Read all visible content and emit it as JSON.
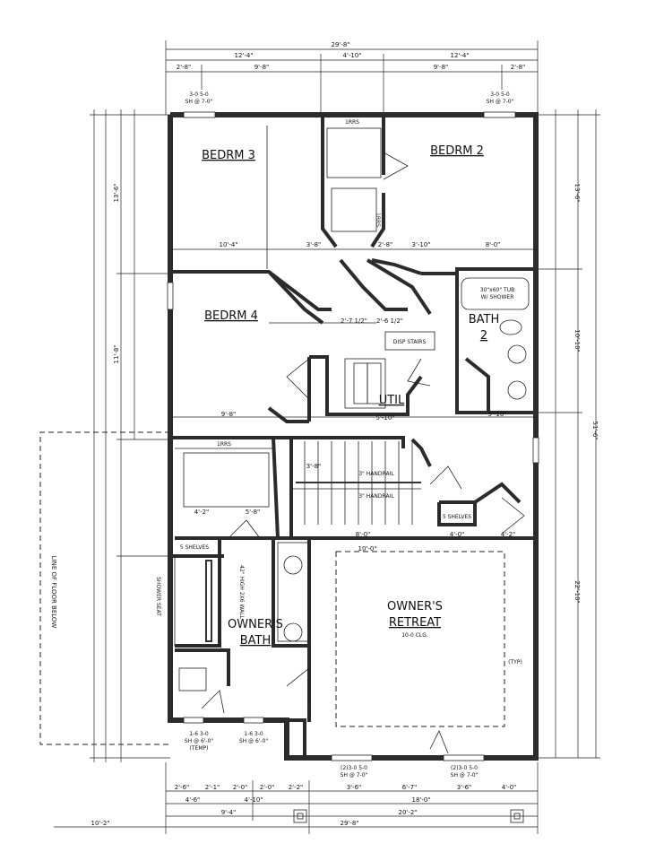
{
  "rooms": {
    "bedrm3": "BEDRM 3",
    "bedrm2": "BEDRM 2",
    "bedrm4": "BEDRM 4",
    "bath2_a": "BATH",
    "bath2_b": "2",
    "util": "UTIL",
    "owners_retreat_a": "OWNER'S",
    "owners_retreat_b": "RETREAT",
    "owners_bath_a": "OWNER'S",
    "owners_bath_b": "BATH"
  },
  "labels": {
    "ceiling": "10-0 CLG.",
    "tub": "30\"x60\" TUB",
    "tub_b": "W/ SHOWER",
    "disp_stairs": "DISP STAIRS",
    "handrail1": "3\" HANDRAIL",
    "handrail2": "3\" HANDRAIL",
    "shelves1": "5 SHELVES",
    "shelves2": "5 SHELVES",
    "irrs1": "1RRS",
    "irrs2": "1RRS",
    "irrs3": "1RRS",
    "line_floor_below": "LINE OF FLOOR BELOW",
    "shower_seat": "SHOWER SEAT",
    "pony_wall": "42\" HIGH 2X6 WALL",
    "typ": "(TYP)",
    "temp": "(TEMP)",
    "window_top_left": "3-0 5-0",
    "window_top_left_b": "SH @ 7-0\"",
    "window_top_right": "3-0 5-0",
    "window_top_right_b": "SH @ 7-0\"",
    "window_bot1": "1-6 3-0",
    "window_bot1_b": "SH @ 6'-0\"",
    "window_bot2": "1-6 3-0",
    "window_bot2_b": "SH @ 6'-0\"",
    "window_bot3": "(2)3-0 5-0",
    "window_bot3_b": "SH @ 7-0\"",
    "window_bot4": "(2)3-0 5-0",
    "window_bot4_b": "SH @ 7-0\""
  },
  "dims": {
    "top_total": "29'-8\"",
    "top_a": "12'-4\"",
    "top_b": "4'-10\"",
    "top_c": "12'-4\"",
    "top_d": "2'-8\"",
    "top_e": "9'-8\"",
    "top_f": "9'-8\"",
    "top_g": "2'-8\"",
    "bot_a": "2'-6\"",
    "bot_b": "2'-1\"",
    "bot_c": "2'-0\"",
    "bot_d": "2'-0\"",
    "bot_e": "2'-2\"",
    "bot_f": "3'-6\"",
    "bot_g": "6'-7\"",
    "bot_h": "3'-6\"",
    "bot_i": "4'-0\"",
    "bot_j": "4'-6\"",
    "bot_k": "4'-10\"",
    "bot_l": "18'-0\"",
    "bot_m": "9'-4\"",
    "bot_n": "20'-2\"",
    "bot_o": "29'-8\"",
    "bot_p": "10'-2\"",
    "int_1": "10'-4\"",
    "int_2": "3'-8\"",
    "int_3": "2'-8\"",
    "int_4": "3'-10\"",
    "int_5": "8'-0\"",
    "int_6": "9'-8\"",
    "int_7": "5'-10\"",
    "int_8": "4'-2\"",
    "int_9": "5'-8\"",
    "int_10": "8'-0\"",
    "int_11": "4'-0\"",
    "int_12": "4'-2\"",
    "int_13": "3'-8\"",
    "int_14": "10'-0\"",
    "int_15": "2'-7 1/2\"",
    "int_16": "2'-6 1/2\"",
    "int_17": "5'-10\"",
    "right_1": "13'-6\"",
    "right_2": "10'-10\"",
    "right_3": "22'-10\"",
    "right_4": "51'-6\"",
    "left_1": "13'-6\"",
    "left_2": "11'-8\""
  }
}
